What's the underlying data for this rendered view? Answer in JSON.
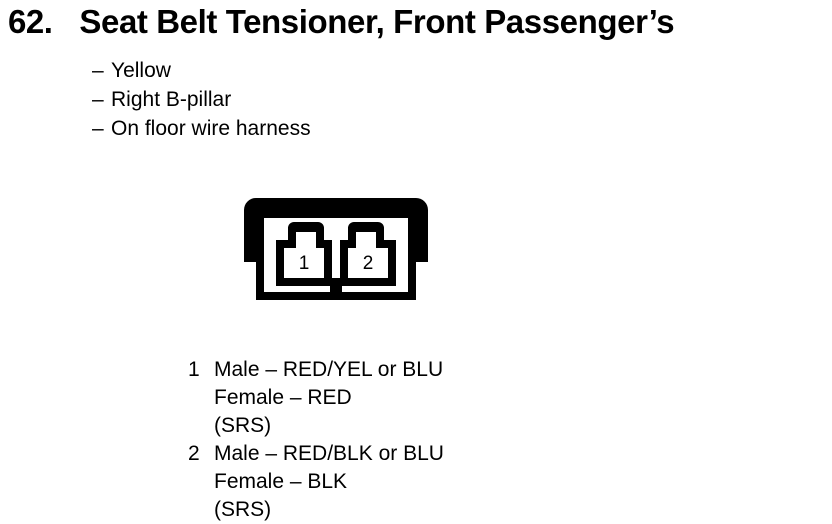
{
  "header": {
    "number": "62.",
    "title": "Seat Belt Tensioner, Front Passenger’s"
  },
  "attributes": {
    "dash": "–",
    "items": [
      {
        "text": "Yellow"
      },
      {
        "text": "Right B-pillar"
      },
      {
        "text": "On floor wire harness"
      }
    ]
  },
  "connector": {
    "name": "two-cavity-connector",
    "cavity_count": 2,
    "cavities": [
      {
        "number": "1"
      },
      {
        "number": "2"
      }
    ],
    "stroke_color": "#000000",
    "fill_color": "#ffffff"
  },
  "pin_legend": {
    "entries": [
      {
        "number": "1",
        "lines": [
          "Male – RED/YEL or BLU",
          "Female – RED",
          "(SRS)"
        ]
      },
      {
        "number": "2",
        "lines": [
          "Male – RED/BLK or BLU",
          "Female – BLK",
          "(SRS)"
        ]
      }
    ]
  }
}
